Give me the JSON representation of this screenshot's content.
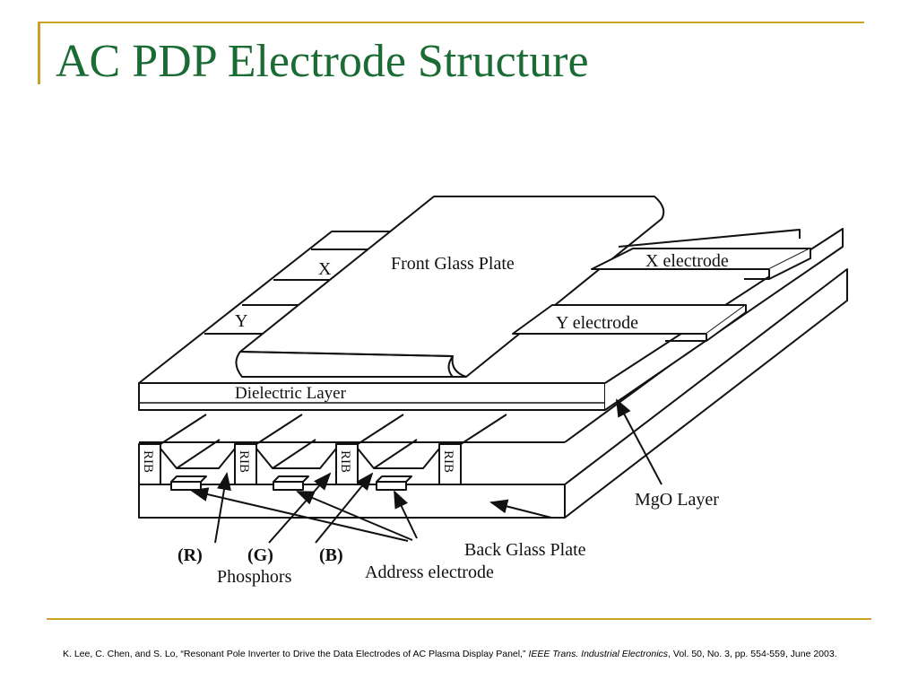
{
  "slide": {
    "title": "AC PDP Electrode Structure"
  },
  "diagram": {
    "labels": {
      "x_stripe": "X",
      "y_stripe": "Y",
      "front_glass": "Front Glass Plate",
      "x_electrode": "X electrode",
      "y_electrode": "Y electrode",
      "dielectric": "Dielectric Layer",
      "mgo": "MgO Layer",
      "back_glass": "Back Glass Plate",
      "address": "Address electrode",
      "phosphors": "Phosphors",
      "rib": "RIB",
      "red": "(R)",
      "green": "(G)",
      "blue": "(B)"
    }
  },
  "citation": {
    "text_before": "K. Lee, C. Chen, and S. Lo, “Resonant Pole Inverter to Drive the Data Electrodes of AC Plasma Display Panel,” ",
    "journal": "IEEE Trans. Industrial Electronics",
    "text_after": ", Vol. 50, No. 3, pp. 554-559, June 2003."
  },
  "colors": {
    "accent_rule": "#c9a227",
    "title": "#1a6b34",
    "line_art": "#111111"
  }
}
